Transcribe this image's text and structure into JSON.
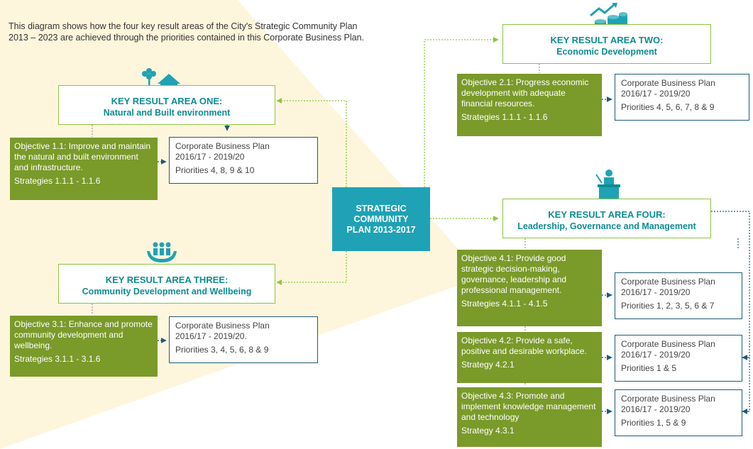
{
  "intro": "This diagram shows how the four key result areas of the City's Strategic Community Plan 2013 – 2023 are achieved through the priorities contained in this Corporate Business Plan.",
  "center": {
    "line1": "STRATEGIC",
    "line2": "COMMUNITY",
    "line3": "PLAN 2013-2017"
  },
  "colors": {
    "green": "#7a9a2a",
    "teal": "#1fa2b5",
    "title_teal": "#0d8c92",
    "navy_border": "#1e5a7a",
    "lime_border": "#8dc63f",
    "background_tint": "#fdf6dc"
  },
  "kra1": {
    "icon": "tree-and-house-icon",
    "title": "KEY RESULT AREA ONE:",
    "subtitle": "Natural and Built environment",
    "objective": {
      "text": "Objective 1.1: Improve and maintain the natural and built environment and infrastructure.",
      "strategies": "Strategies 1.1.1 - 1.1.6"
    },
    "cbp": {
      "title": "Corporate Business Plan",
      "years": "2016/17 - 2019/20",
      "priorities": "Priorities 4, 8, 9 & 10"
    }
  },
  "kra2": {
    "icon": "coins-growth-icon",
    "title": "KEY RESULT AREA TWO:",
    "subtitle": "Economic Development",
    "objective": {
      "text": "Objective 2.1: Progress economic development with adequate financial resources.",
      "strategies": "Strategies 1.1.1 - 1.1.6"
    },
    "cbp": {
      "title": "Corporate Business Plan",
      "years": "2016/17 - 2019/20",
      "priorities": "Priorities 4, 5, 6, 7, 8 & 9"
    }
  },
  "kra3": {
    "icon": "people-in-hands-icon",
    "title": "KEY RESULT AREA THREE:",
    "subtitle": "Community Development and Wellbeing",
    "objective": {
      "text": "Objective 3.1: Enhance and promote community development and wellbeing.",
      "strategies": "Strategies 3.1.1 - 3.1.6"
    },
    "cbp": {
      "title": "Corporate Business Plan",
      "years": "2016/17 - 2019/20.",
      "priorities": "Priorities 3, 4, 5, 6, 8 & 9"
    }
  },
  "kra4": {
    "icon": "speaker-podium-icon",
    "title": "KEY RESULT AREA FOUR:",
    "subtitle": "Leadership, Governance and Management",
    "objectives": [
      {
        "text": "Objective 4.1: Provide good strategic decision-making, governance, leadership and professional management.",
        "strategies": "Strategies 4.1.1 - 4.1.5",
        "cbp": {
          "title": "Corporate Business Plan",
          "years": "2016/17 - 2019/20",
          "priorities": "Priorities 1, 2, 3, 5, 6 & 7"
        }
      },
      {
        "text": "Objective 4.2: Provide a safe, positive and desirable workplace.",
        "strategies": "Strategy 4.2.1",
        "cbp": {
          "title": "Corporate Business Plan",
          "years": "2016/17 - 2019/20",
          "priorities": "Priorities 1 & 5"
        }
      },
      {
        "text": "Objective 4.3: Promote and implement knowledge management and technology",
        "strategies": "Strategy 4.3.1",
        "cbp": {
          "title": "Corporate Business Plan",
          "years": "2016/17 - 2019/20",
          "priorities": "Priorities 1, 5 & 9"
        }
      }
    ]
  }
}
